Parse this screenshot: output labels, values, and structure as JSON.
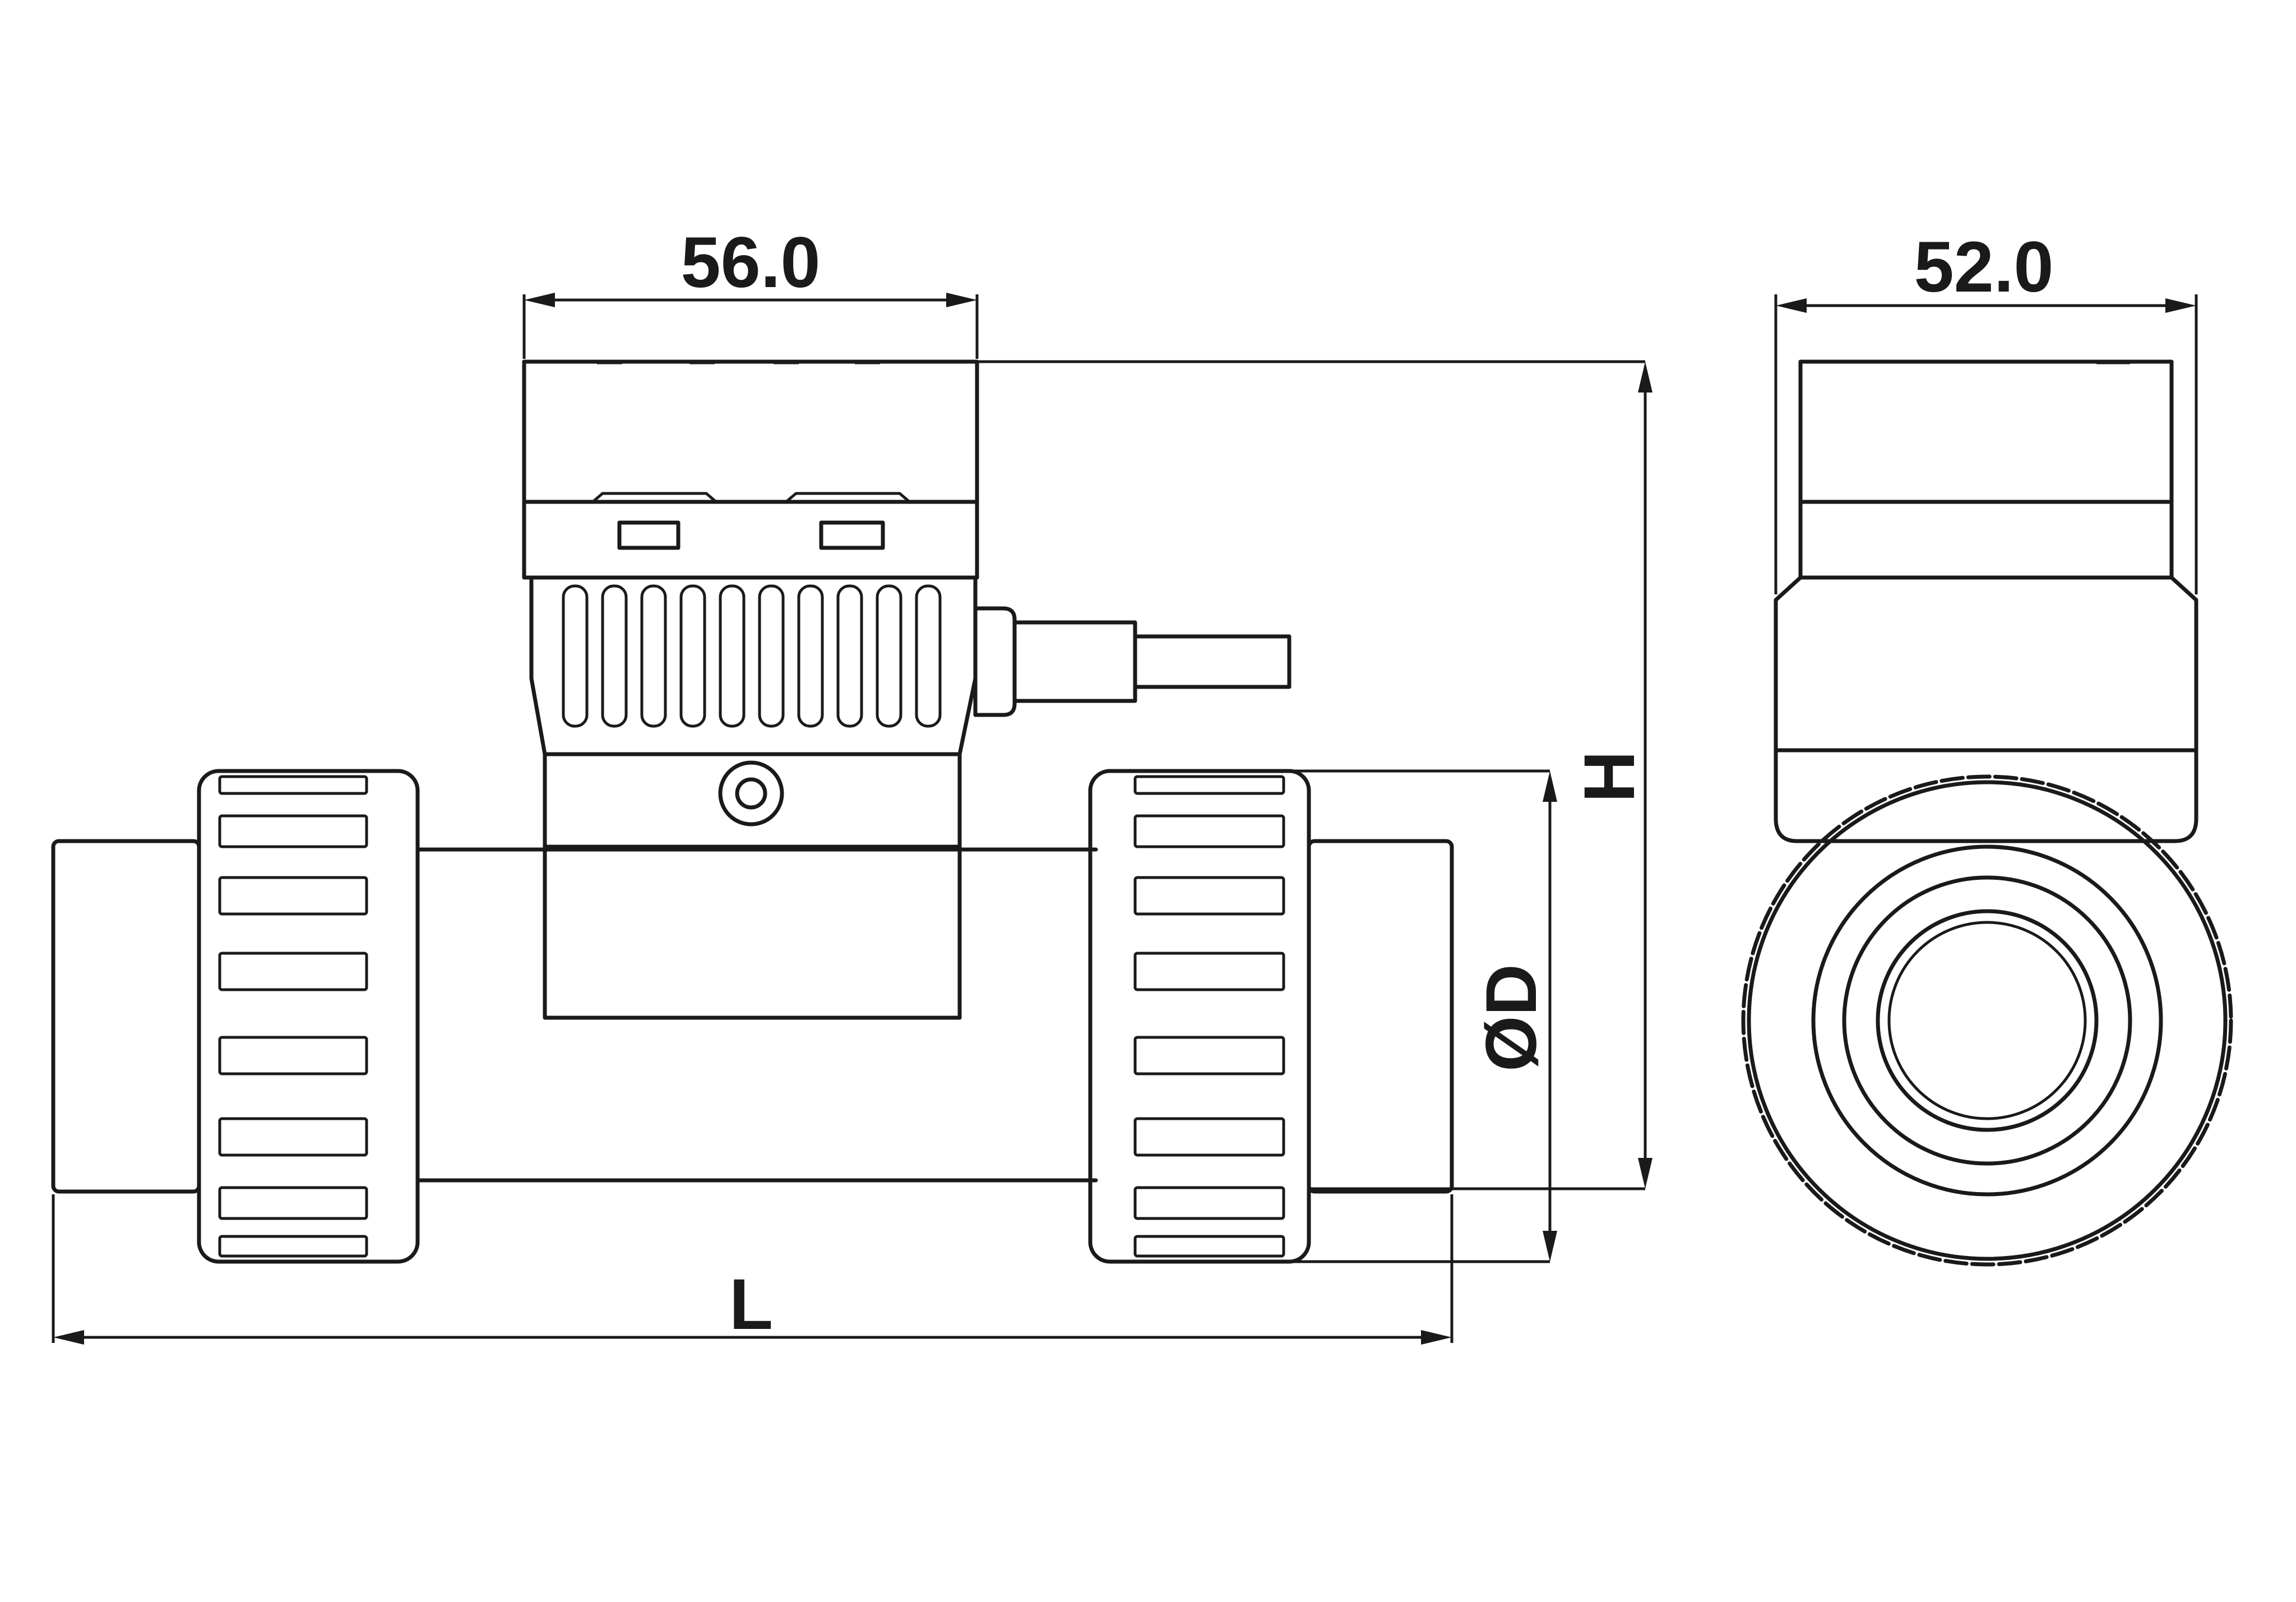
{
  "dimensions": {
    "top_width": "56.0",
    "side_width": "52.0",
    "height": "H",
    "diameter": "ØD",
    "length": "L"
  }
}
